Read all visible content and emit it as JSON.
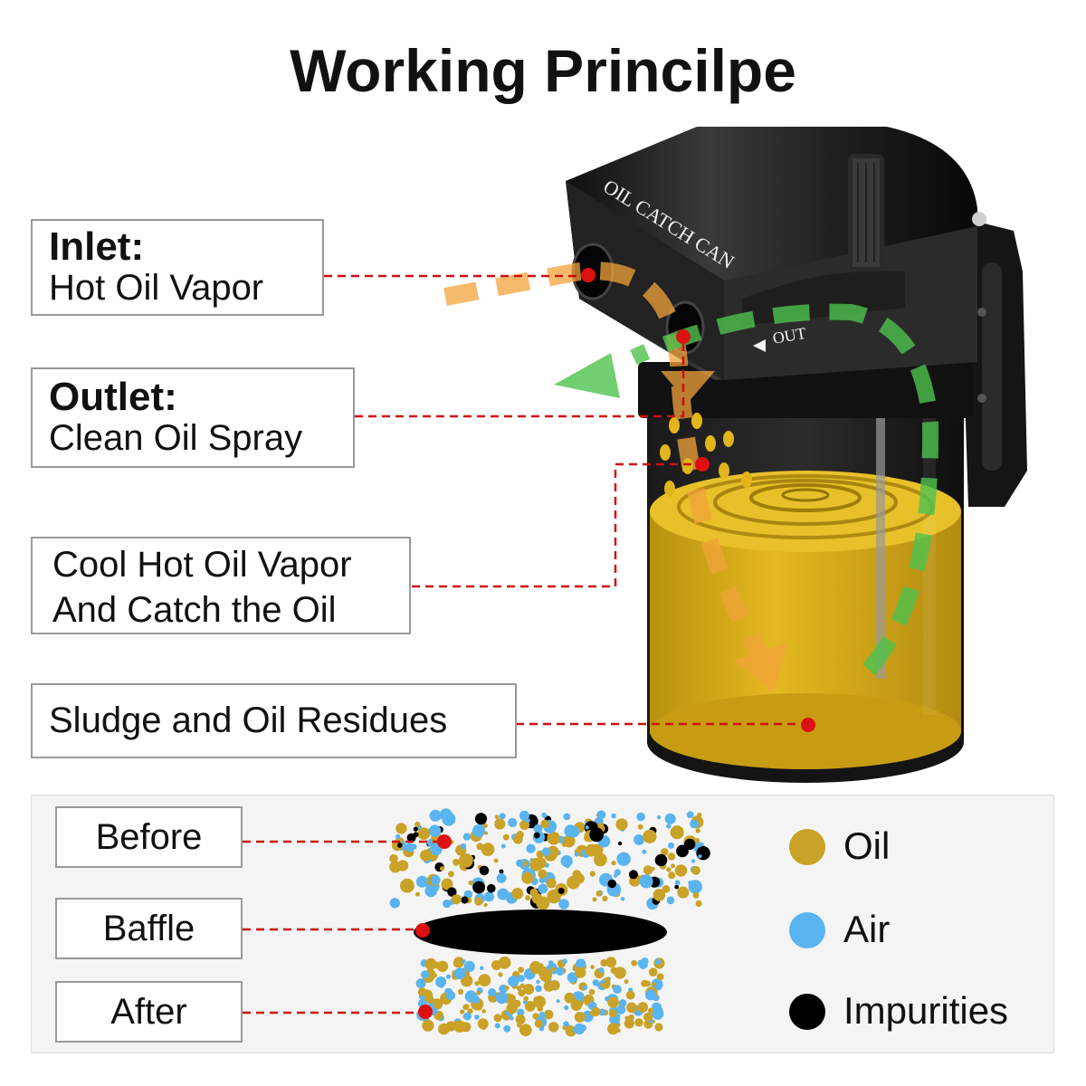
{
  "title": "Working Princilpe",
  "product": {
    "engraving": "OIL CATCH CAN",
    "out_marker": "OUT"
  },
  "labels": [
    {
      "head": "Inlet:",
      "sub": "Hot Oil Vapor"
    },
    {
      "head": "Outlet:",
      "sub": "Clean Oil Spray"
    },
    {
      "lines": [
        "Cool Hot Oil Vapor",
        "And Catch the Oil"
      ]
    },
    {
      "lines": [
        "Sludge and Oil Residues"
      ]
    }
  ],
  "stages": [
    "Before",
    "Baffle",
    "After"
  ],
  "legend": [
    {
      "label": "Oil",
      "color": "#c9a227"
    },
    {
      "label": "Air",
      "color": "#5ab4ef"
    },
    {
      "label": "Impurities",
      "color": "#000000"
    }
  ],
  "colors": {
    "leader": "#cc1111",
    "dot": "#dd1111",
    "oil_fill": "#e1b51b",
    "vapor_arrow": "#f2a33a",
    "clean_arrow": "#4ec24e",
    "can_body": "#1a1a1a"
  }
}
